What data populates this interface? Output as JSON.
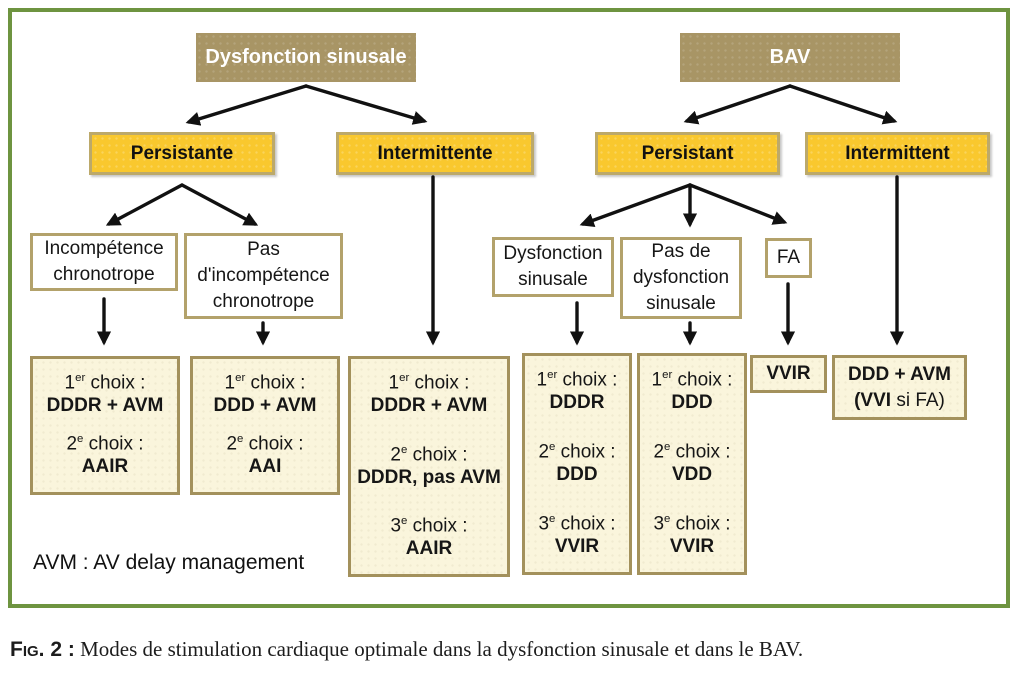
{
  "palette": {
    "frame_green": "#6e9440",
    "root_tan": "#a89565",
    "branch_yellow": "#f9c82e",
    "box_border_tan": "#ac9963",
    "outcome_cream": "#faf5dc",
    "arrow_black": "#111111"
  },
  "roots": {
    "left": "Dysfonction sinusale",
    "right": "BAV"
  },
  "branches": {
    "ds_persistante": "Persistante",
    "ds_intermittente": "Intermittente",
    "bav_persistant": "Persistant",
    "bav_intermittent": "Intermittent"
  },
  "conditions": {
    "incompetence": "Incompétence\nchronotrope",
    "pas_incompetence": "Pas\nd'incompétence\nchronotrope",
    "dysfonction": "Dysfonction\nsinusale",
    "pas_dysfonction": "Pas de\ndysfonction\nsinusale",
    "fa": "FA"
  },
  "outcomes": [
    {
      "choices": [
        {
          "rank": "1",
          "sup": "er",
          "word": "choix :",
          "mode": "DDDR + AVM"
        },
        {
          "rank": "2",
          "sup": "e",
          "word": "choix :",
          "mode": "AAIR"
        }
      ]
    },
    {
      "choices": [
        {
          "rank": "1",
          "sup": "er",
          "word": "choix :",
          "mode": "DDD + AVM"
        },
        {
          "rank": "2",
          "sup": "e",
          "word": "choix :",
          "mode": "AAI"
        }
      ]
    },
    {
      "choices": [
        {
          "rank": "1",
          "sup": "er",
          "word": "choix :",
          "mode": "DDDR + AVM"
        },
        {
          "rank": "2",
          "sup": "e",
          "word": "choix :",
          "mode": "DDDR, pas AVM"
        },
        {
          "rank": "3",
          "sup": "e",
          "word": "choix :",
          "mode": "AAIR"
        }
      ]
    },
    {
      "choices": [
        {
          "rank": "1",
          "sup": "er",
          "word": "choix :",
          "mode": "DDDR"
        },
        {
          "rank": "2",
          "sup": "e",
          "word": "choix :",
          "mode": "DDD"
        },
        {
          "rank": "3",
          "sup": "e",
          "word": "choix :",
          "mode": "VVIR"
        }
      ]
    },
    {
      "choices": [
        {
          "rank": "1",
          "sup": "er",
          "word": "choix :",
          "mode": "DDD"
        },
        {
          "rank": "2",
          "sup": "e",
          "word": "choix :",
          "mode": "VDD"
        },
        {
          "rank": "3",
          "sup": "e",
          "word": "choix :",
          "mode": "VVIR"
        }
      ]
    }
  ],
  "simple_outcomes": {
    "vvir": "VVIR",
    "ddd_avm_line1": "DDD + AVM",
    "ddd_avm_line2_bold": "(VVI",
    "ddd_avm_line2_rest": " si FA)"
  },
  "note": "AVM : AV delay management",
  "caption": {
    "label": "Fig. 2 :",
    "text": " Modes de stimulation cardiaque optimale dans la dysfonction sinusale et dans le BAV."
  }
}
